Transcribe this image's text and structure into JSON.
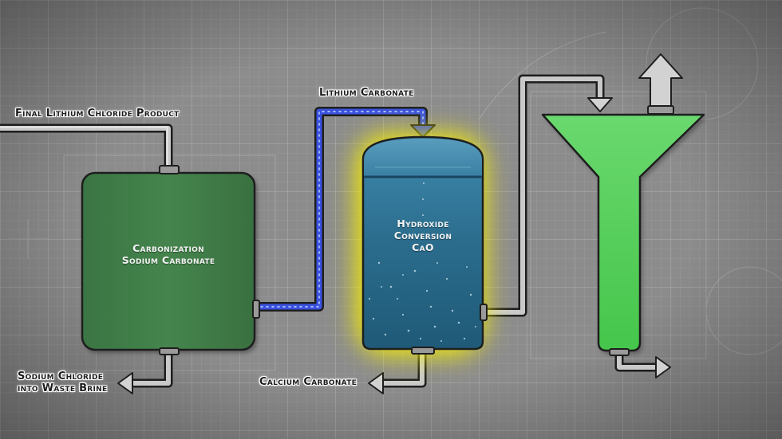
{
  "labels": {
    "final_product": "Final Lithium Chloride Product",
    "lithium_carbonate": "Lithium Carbonate",
    "sodium_chloride_line1": "Sodium Chloride",
    "sodium_chloride_line2": "into Waste Brine",
    "calcium_carbonate": "Calcium Carbonate"
  },
  "vessels": {
    "carbonization": {
      "line1": "Carbonization",
      "line2": "Sodium Carbonate",
      "color": "#3f7a47"
    },
    "hydroxide": {
      "line1": "Hydroxide",
      "line2": "Conversion",
      "line3": "CaO",
      "color": "#2d6f8f",
      "glow": "#f7f000"
    },
    "funnel": {
      "color": "#56d25b"
    }
  },
  "colors": {
    "background": "#8d8d8d",
    "pipe_grey": "#bdbdbd",
    "pipe_blue": "#3a52e0",
    "outline": "#1e1e1e"
  }
}
